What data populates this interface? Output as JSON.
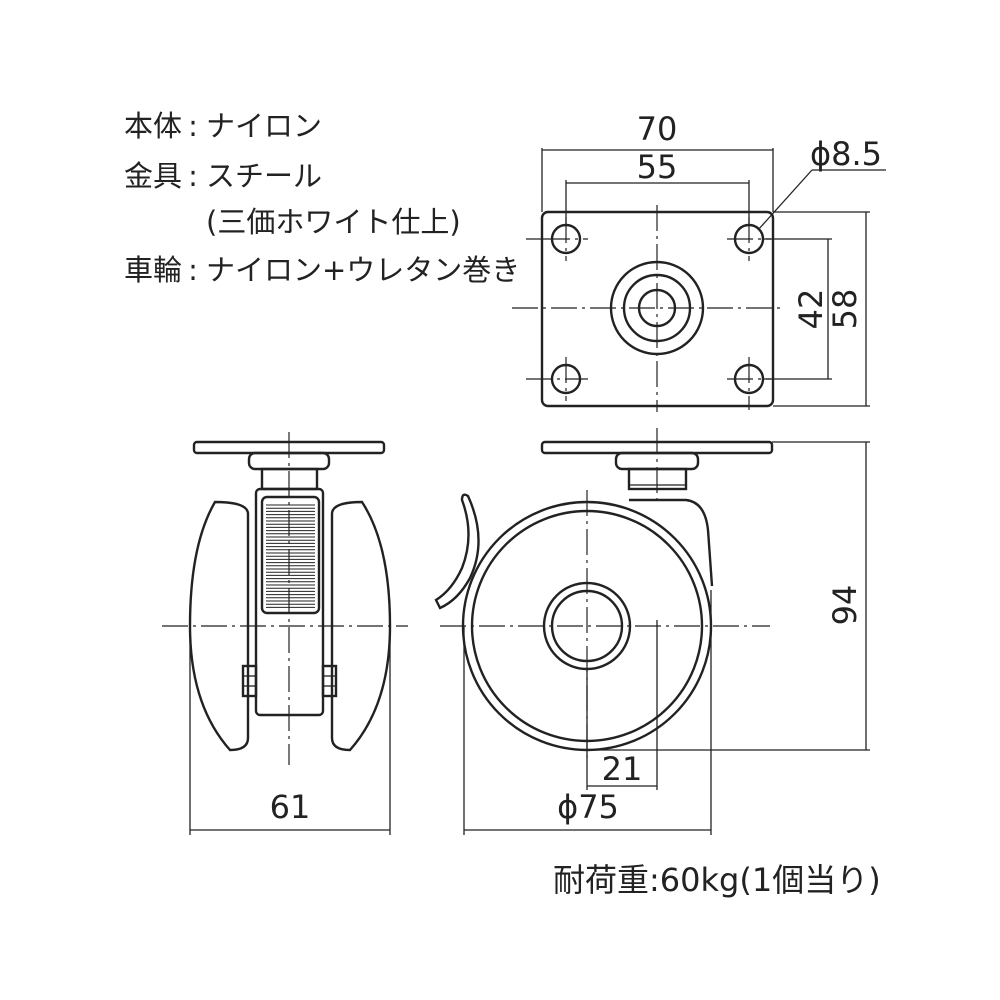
{
  "specs": [
    {
      "label": "本体",
      "colon": ":",
      "value": "ナイロン"
    },
    {
      "label": "金具",
      "colon": ":",
      "value": "スチール"
    },
    {
      "label": "",
      "colon": "",
      "value": "(三価ホワイト仕上)"
    },
    {
      "label": "車輪",
      "colon": ":",
      "value": "ナイロン+ウレタン巻き"
    }
  ],
  "dimensions": {
    "plate_width": "70",
    "hole_pitch_x": "55",
    "hole_diameter": "ϕ8.5",
    "hole_pitch_y": "42",
    "plate_depth": "58",
    "overall_height": "94",
    "wheel_width": "61",
    "hub_diameter": "21",
    "wheel_diameter": "ϕ75"
  },
  "load_capacity": "耐荷重:60kg(1個当り)"
}
